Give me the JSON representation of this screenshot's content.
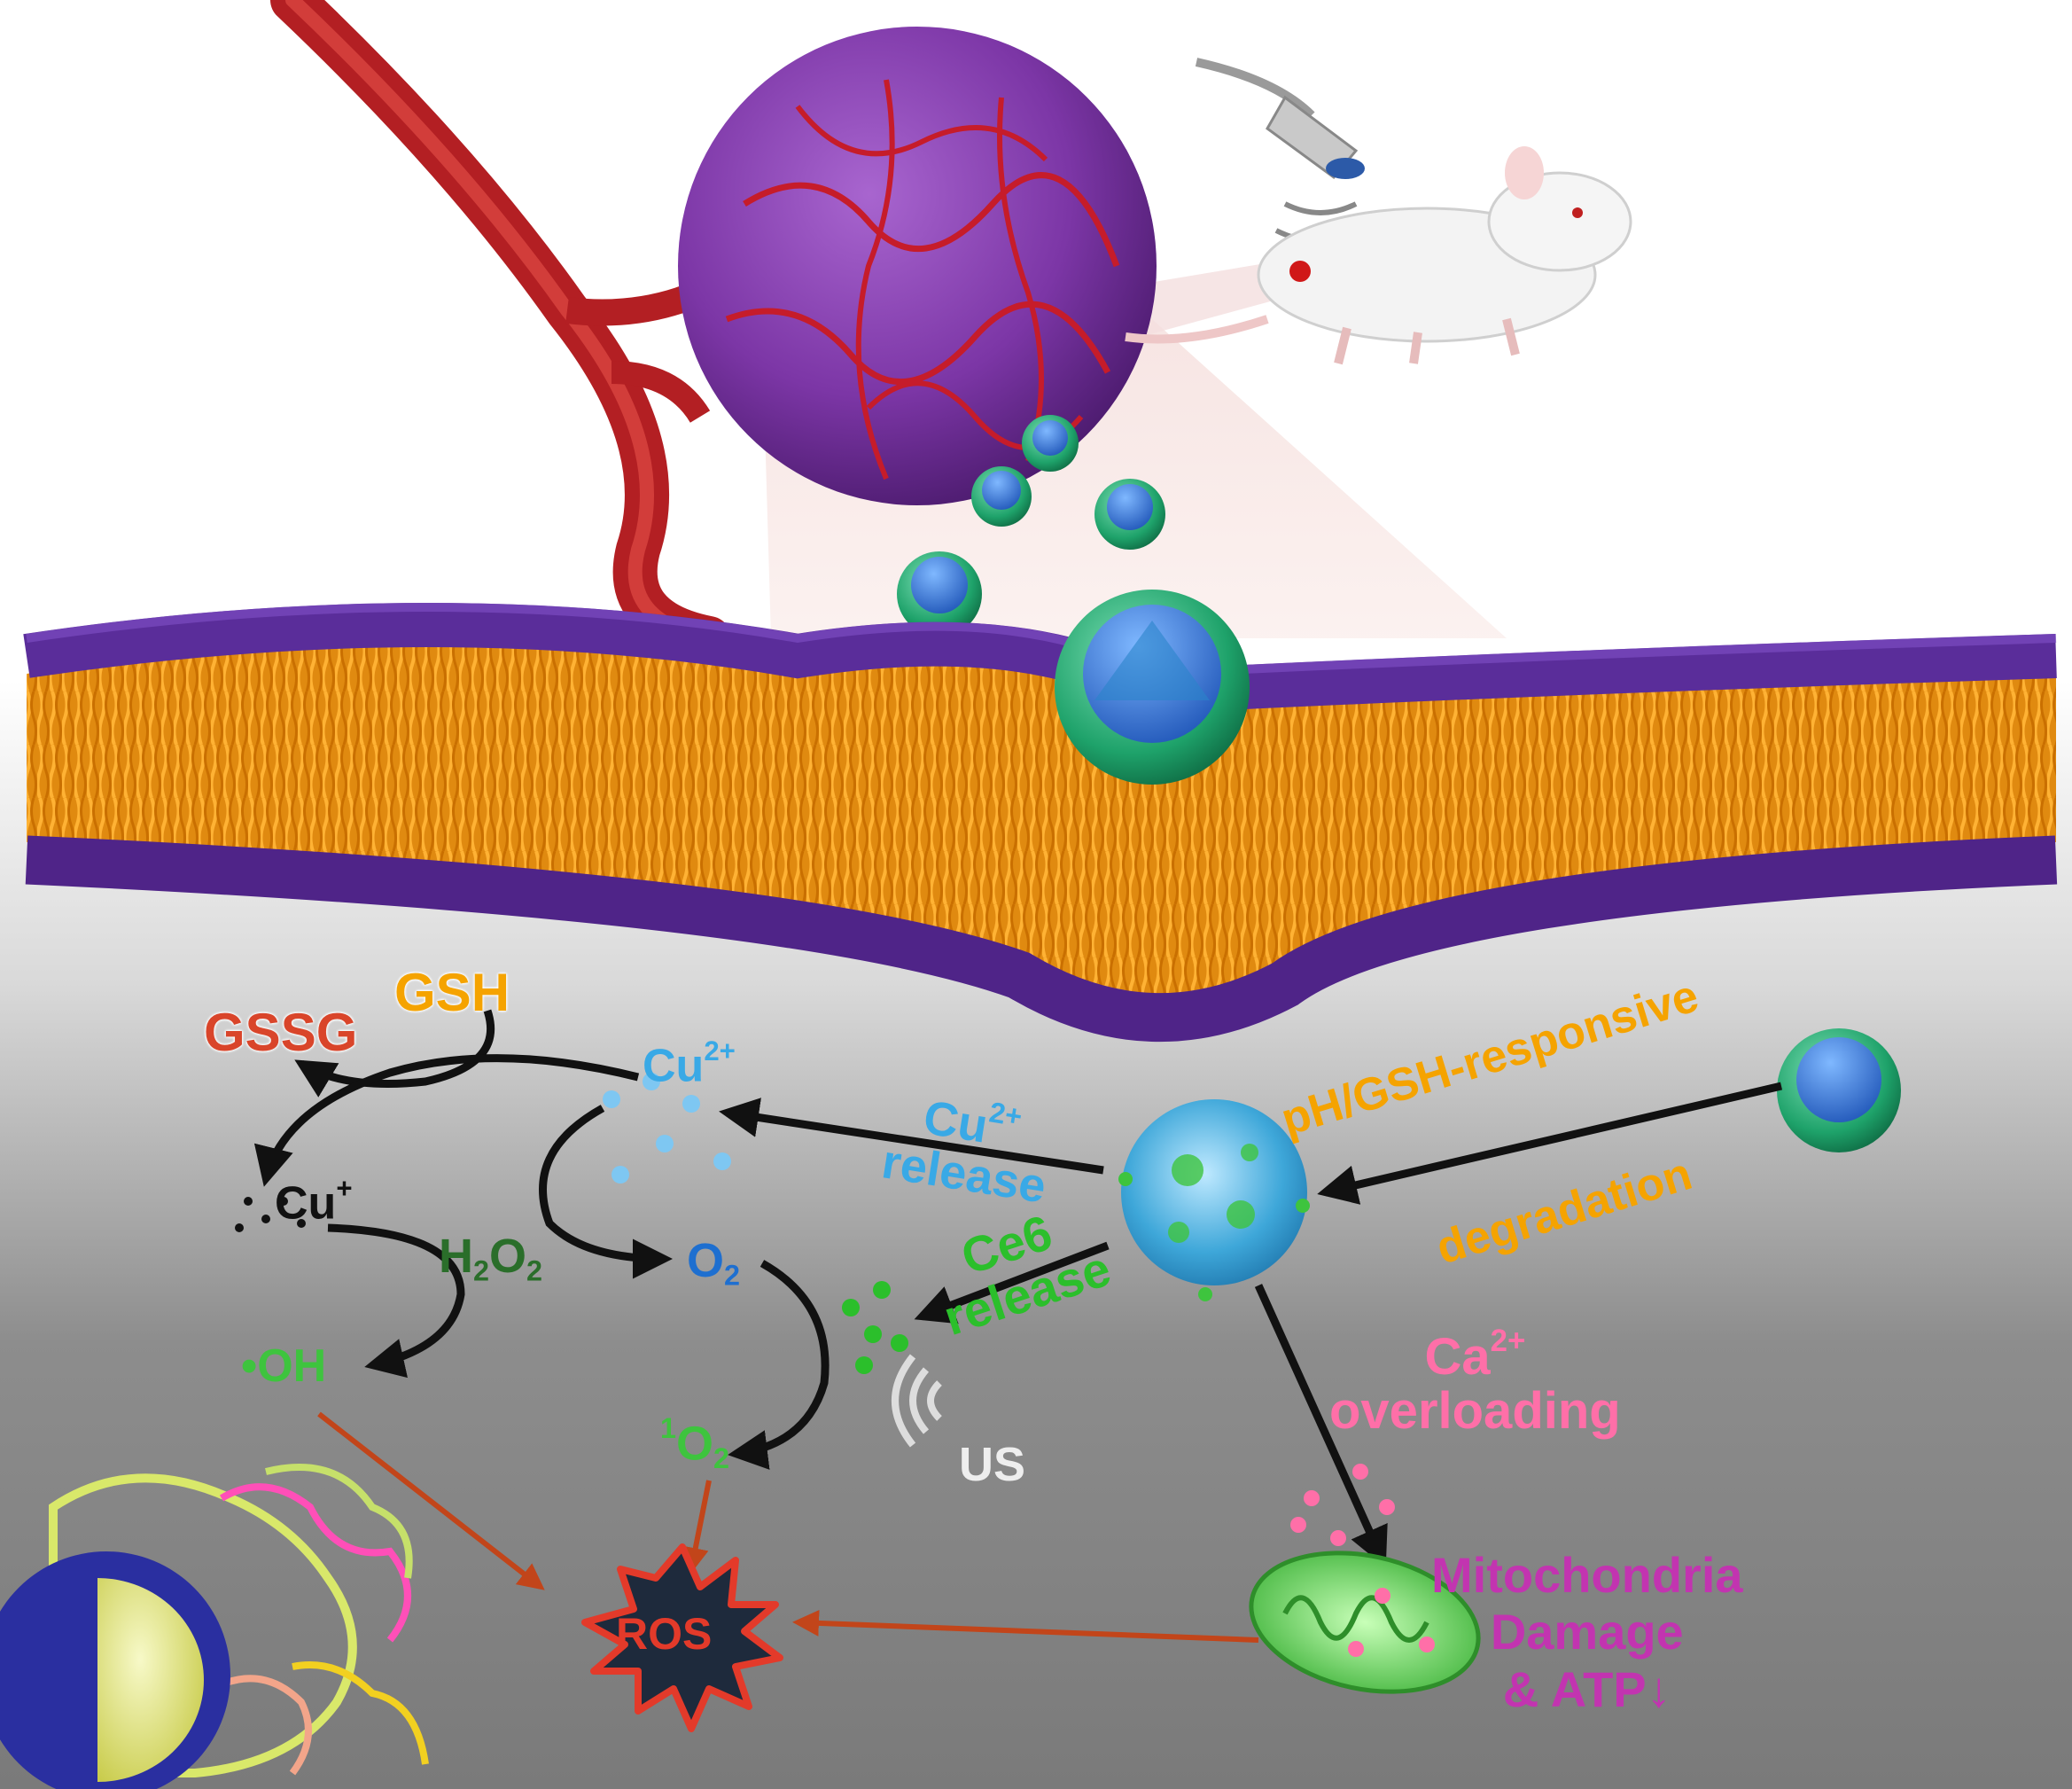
{
  "labels": {
    "gssg": "GSSG",
    "gsh": "GSH",
    "cu2": "Cu",
    "cu2_charge": "2+",
    "cu_plus": "Cu",
    "cu_plus_charge": "+",
    "h2o2_h": "H",
    "h2o2_2a": "2",
    "h2o2_o": "O",
    "h2o2_2b": "2",
    "o2_o": "O",
    "o2_2": "2",
    "oh": "•OH",
    "singlet_sup": "1",
    "singlet_o": "O",
    "singlet_sub": "2",
    "us": "US",
    "ros": "ROS",
    "cu_release_cu": "Cu",
    "cu_release_charge": "2+",
    "cu_release_word": "release",
    "ce6": "Ce6",
    "ce6_release_word": "release",
    "ph_gsh": "pH/GSH-responsive",
    "degradation": "degradation",
    "ca": "Ca",
    "ca_charge": "2+",
    "overloading": "overloading",
    "mito_1": "Mitochondria",
    "mito_2": "Damage",
    "mito_3": "& ATP",
    "atp_arrow": "↓"
  },
  "colors": {
    "gssg": "#d9452a",
    "gsh": "#f5a300",
    "copper_ion": "#39a9e6",
    "black": "#111111",
    "h2o2": "#2a6e2a",
    "o2": "#1e6fd0",
    "hydroxyl": "#3ec43e",
    "singlet_oxygen": "#3ec43e",
    "ce6": "#2bbf2b",
    "us": "#eeeeee",
    "ph_gsh": "#f5a300",
    "calcium": "#ff6fa8",
    "mitochondria": "#c234b0",
    "ros_fill": "#1e2a3c",
    "ros_edge": "#e33a2a",
    "membrane_head": "#5a2d9a",
    "lipid_tail": "#f09a1a",
    "tumor": "#8a3fb0",
    "vessel": "#c0282a",
    "nanoparticle_core": "#2f6fd0",
    "nanoparticle_shell": "#2aa86a"
  }
}
